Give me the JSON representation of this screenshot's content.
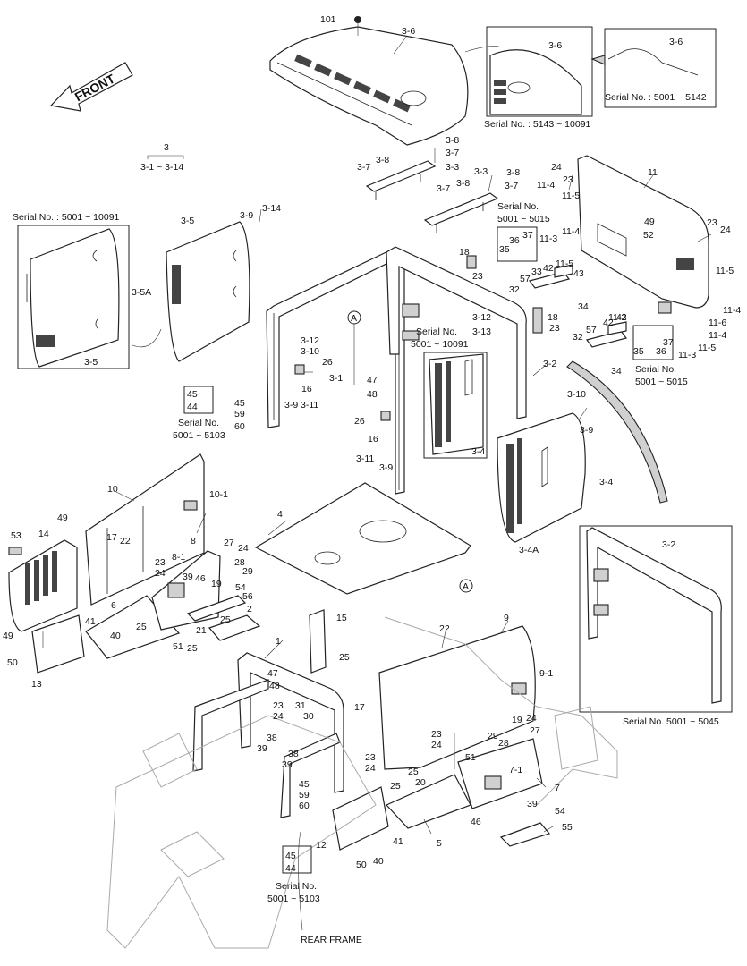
{
  "front_arrow": "FRONT",
  "rear_frame": "REAR FRAME",
  "group_header": {
    "top": "3",
    "range": "3-1  ~  3-14"
  },
  "serial_notes": {
    "s_5001_5142": "Serial No. : 5001 ~ 5142",
    "s_5143_10091": "Serial No. : 5143 ~ 10091",
    "s_5001_10091_left": "Serial No. : 5001 ~ 10091",
    "s_5001_5015_a": "Serial No.",
    "s_5001_5015_a2": "5001 ~ 5015",
    "s_5001_10091_mid": "Serial No.",
    "s_5001_10091_mid2": "5001 ~ 10091",
    "s_5001_5015_b": "Serial No.",
    "s_5001_5015_b2": "5001 ~ 5015",
    "s_5001_5103_a": "Serial No.",
    "s_5001_5103_a2": "5001 ~ 5103",
    "s_5001_5045": "Serial No. 5001 ~ 5045",
    "s_5001_5103_b": "Serial No.",
    "s_5001_5103_b2": "5001 ~ 5103"
  },
  "ref_marker": "A",
  "part_labels": {
    "p101": "101",
    "p3_6": "3-6",
    "p3_6b": "3-6",
    "p3_6c": "3-6",
    "p3_8a": "3-8",
    "p3_7a": "3-7",
    "p3_3a": "3-3",
    "p3_7b": "3-7",
    "p3_8b": "3-8",
    "p3_3b": "3-3",
    "p3_8c": "3-8",
    "p3_7c": "3-7",
    "p3_7d": "3-7",
    "p3_8d": "3-8",
    "p3_5": "3-5",
    "p3_5b": "3-5",
    "p3_5A": "3-5A",
    "p3_9a": "3-9",
    "p3_14": "3-14",
    "p11": "11",
    "p24a": "24",
    "p23a": "23",
    "p11_4a": "11-4",
    "p11_5a": "11-5",
    "p49a": "49",
    "p52": "52",
    "p23b": "23",
    "p24b": "24",
    "p11_5b": "11-5",
    "p11_4b": "11-4",
    "p11_6": "11-6",
    "p11_4c": "11-4",
    "p11_5c": "11-5",
    "p11_3a": "11-3",
    "p11_3b": "11-3",
    "p11_4d": "11-4",
    "p11_5d": "11-5",
    "p11_2": "11-2",
    "p37a": "37",
    "p36a": "36",
    "p35a": "35",
    "p33": "33",
    "p57a": "57",
    "p42a": "42",
    "p43a": "43",
    "p32a": "32",
    "p34a": "34",
    "p18a": "18",
    "p18b": "18",
    "p23c": "23",
    "p23d": "23",
    "p57b": "57",
    "p42b": "42",
    "p43b": "43",
    "p32b": "32",
    "p34b": "34",
    "p35b": "35",
    "p36b": "36",
    "p37b": "37",
    "p3_12a": "3-12",
    "p3_10a": "3-10",
    "p3_1": "3-1",
    "p26a": "26",
    "p47a": "47",
    "p48a": "48",
    "p16a": "16",
    "p3_9b": "3-9",
    "p3_11a": "3-11",
    "p45a": "45",
    "p44a": "44",
    "p45b": "45",
    "p59a": "59",
    "p60a": "60",
    "p3_12b": "3-12",
    "p3_13": "3-13",
    "p3_2": "3-2",
    "p3_2b": "3-2",
    "p3_4": "3-4",
    "p3_4b": "3-4",
    "p3_4A": "3-4A",
    "p3_10b": "3-10",
    "p3_9c": "3-9",
    "p26b": "26",
    "p16b": "16",
    "p3_11b": "3-11",
    "p3_9d": "3-9",
    "p4": "4",
    "p10": "10",
    "p10_1": "10-1",
    "p17a": "17",
    "p22a": "22",
    "p23e": "23",
    "p24c": "24",
    "p14": "14",
    "p49b": "49",
    "p53": "53",
    "p49c": "49",
    "p50a": "50",
    "p13": "13",
    "p41a": "41",
    "p40a": "40",
    "p6": "6",
    "p25a": "25",
    "p51a": "51",
    "p21": "21",
    "p25b": "25",
    "p25c": "25",
    "p2": "2",
    "p8": "8",
    "p8_1": "8-1",
    "p39a": "39",
    "p46a": "46",
    "p19a": "19",
    "p27a": "27",
    "p24d": "24",
    "p28a": "28",
    "p29a": "29",
    "p54a": "54",
    "p56": "56",
    "p1": "1",
    "p47b": "47",
    "p48b": "48",
    "p23f": "23",
    "p24e": "24",
    "p31": "31",
    "p30": "30",
    "p38a": "38",
    "p39b": "39",
    "p38b": "38",
    "p39c": "39",
    "p17b": "17",
    "p23g": "23",
    "p24f": "24",
    "p45c": "45",
    "p59b": "59",
    "p60b": "60",
    "p15": "15",
    "p25d": "25",
    "p12": "12",
    "p50b": "50",
    "p40b": "40",
    "p41b": "41",
    "p45d": "45",
    "p44b": "44",
    "p9": "9",
    "p9_1": "9-1",
    "p22b": "22",
    "p23h": "23",
    "p24g": "24",
    "p51b": "51",
    "p25e": "25",
    "p20": "20",
    "p25f": "25",
    "p5": "5",
    "p19b": "19",
    "p24h": "24",
    "p29b": "29",
    "p28b": "28",
    "p27b": "27",
    "p7_1": "7-1",
    "p7": "7",
    "p46b": "46",
    "p39d": "39",
    "p54b": "54",
    "p55": "55"
  }
}
